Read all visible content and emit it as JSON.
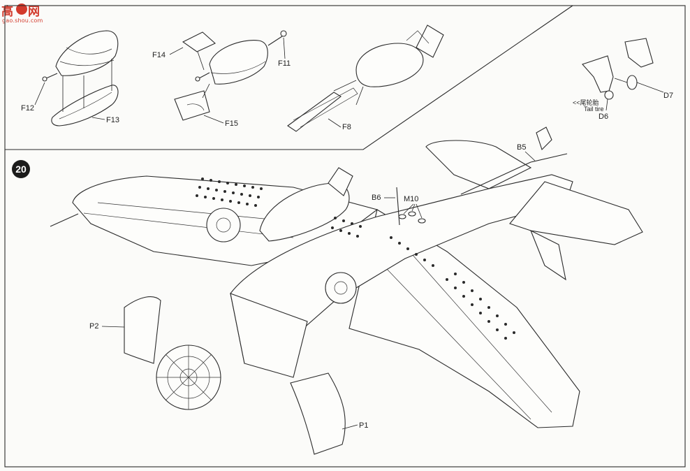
{
  "step": {
    "number": "20"
  },
  "watermark": {
    "left": "高",
    "right": "网",
    "url": "gao.shou.com"
  },
  "parts": {
    "F12": "F12",
    "F13": "F13",
    "F14": "F14",
    "F15": "F15",
    "F11": "F11",
    "F8": "F8",
    "D6": "D6",
    "D7": "D7",
    "tail_jp": "<<尾轮胎",
    "tail_en": "Tail tire",
    "B5": "B5",
    "B6": "B6",
    "M10": "M10",
    "P1": "P1",
    "P2": "P2"
  },
  "colors": {
    "ink": "#2a2a2a",
    "paper": "#fbfbf9",
    "logo": "#d23a2c"
  }
}
